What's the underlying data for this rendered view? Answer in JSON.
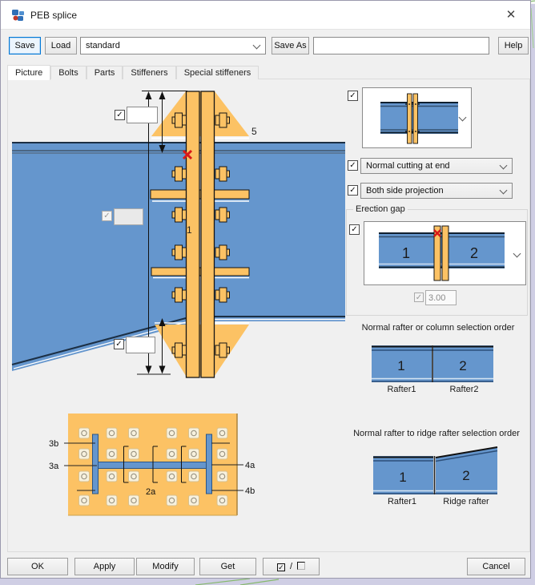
{
  "window": {
    "title": "PEB splice",
    "close_glyph": "✕"
  },
  "toolbar": {
    "save": "Save",
    "load": "Load",
    "preset_value": "standard",
    "save_as": "Save As",
    "save_as_value": "",
    "help": "Help"
  },
  "tabs": {
    "active": "Picture",
    "items": [
      {
        "label": "Picture"
      },
      {
        "label": "Bolts"
      },
      {
        "label": "Parts"
      },
      {
        "label": "Stiffeners"
      },
      {
        "label": "Special stiffeners"
      }
    ]
  },
  "drawing": {
    "dim_top": {
      "checked": true,
      "value": ""
    },
    "dim_mid": {
      "checked": true,
      "disabled": true,
      "value": ""
    },
    "dim_bottom": {
      "checked": true,
      "value": ""
    },
    "labels": {
      "splice_plate": "1",
      "gusset": "5"
    },
    "plan_labels": {
      "top_left": "3b",
      "mid_left": "3a",
      "mid_right": "4a",
      "bottom_right": "4b",
      "bottom_center": "2a"
    }
  },
  "options": {
    "splice_type": {
      "checked": true
    },
    "cutting": {
      "checked": true,
      "value": "Normal cutting at end"
    },
    "projection": {
      "checked": true,
      "value": "Both side projection"
    },
    "erection_gap": {
      "title": "Erection gap",
      "checked": true,
      "part1": "1",
      "part2": "2",
      "gap_checked": true,
      "gap_value": "3.00"
    }
  },
  "selection_order_1": {
    "title": "Normal rafter or column selection order",
    "num1": "1",
    "num2": "2",
    "cap1": "Rafter1",
    "cap2": "Rafter2"
  },
  "selection_order_2": {
    "title": "Normal rafter to ridge rafter selection order",
    "num1": "1",
    "num2": "2",
    "cap1": "Rafter1",
    "cap2": "Ridge rafter"
  },
  "footer": {
    "ok": "OK",
    "apply": "Apply",
    "modify": "Modify",
    "get": "Get",
    "toggle_separator": "/",
    "cancel": "Cancel"
  },
  "colors": {
    "beam_blue": "#6596cd",
    "beam_dark": "#1c2f44",
    "plate_orange": "#fcc264",
    "marker_red": "#d81919",
    "accent": "#0078d7",
    "dialog_bg": "#f0f0f0",
    "frame_lavender": "#cfcee4"
  }
}
